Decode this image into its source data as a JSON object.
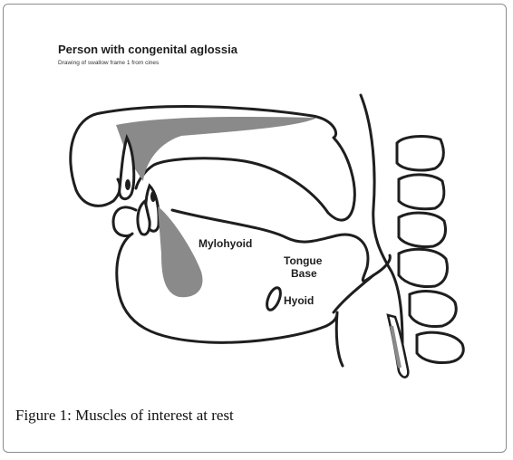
{
  "figure": {
    "title": "Person with congenital aglossia",
    "subtitle": "Drawing of swallow frame 1 from cines",
    "labels": {
      "mylohyoid": "Mylohyoid",
      "tongue_line1": "Tongue",
      "tongue_line2": "Base",
      "hyoid": "Hyoid"
    },
    "colors": {
      "outline": "#1e1e1e",
      "muscle_fill": "#8a8a8a"
    }
  },
  "caption": {
    "lead": "Figure 1:",
    "text": " Muscles of interest at rest"
  }
}
